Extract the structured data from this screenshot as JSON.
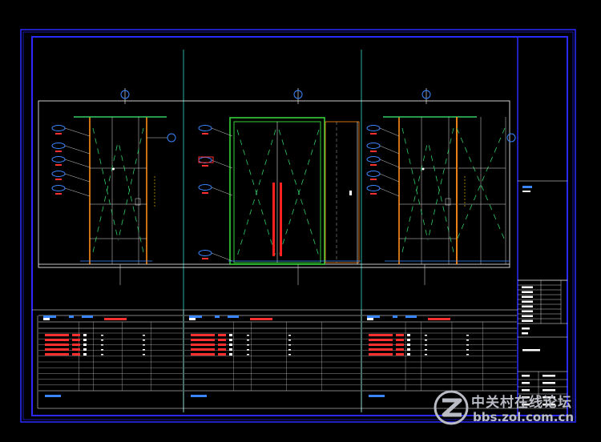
{
  "drawing": {
    "colors": {
      "background": "#000000",
      "frame": "#1f1fd8",
      "frame_inner": "#2a2aff",
      "wall": "#ffffff",
      "axis": "#2ec4b6",
      "door_frame": "#36d13a",
      "post": "#ff8c1a",
      "glass": "#33cc66",
      "callout": "#3a86ff",
      "callout_text": "#ff3030",
      "handle": "#ff2020",
      "hinge": "#ffcc00"
    },
    "panels": [
      {
        "id": "left",
        "type": "glass-partition",
        "callout_count": 5
      },
      {
        "id": "center",
        "type": "double-glass-door",
        "callout_count": 4
      },
      {
        "id": "right",
        "type": "glass-partition",
        "callout_count": 5
      }
    ]
  },
  "watermark": {
    "main": "中关村在线论坛",
    "sub": "bbs.zol.com.cn"
  }
}
